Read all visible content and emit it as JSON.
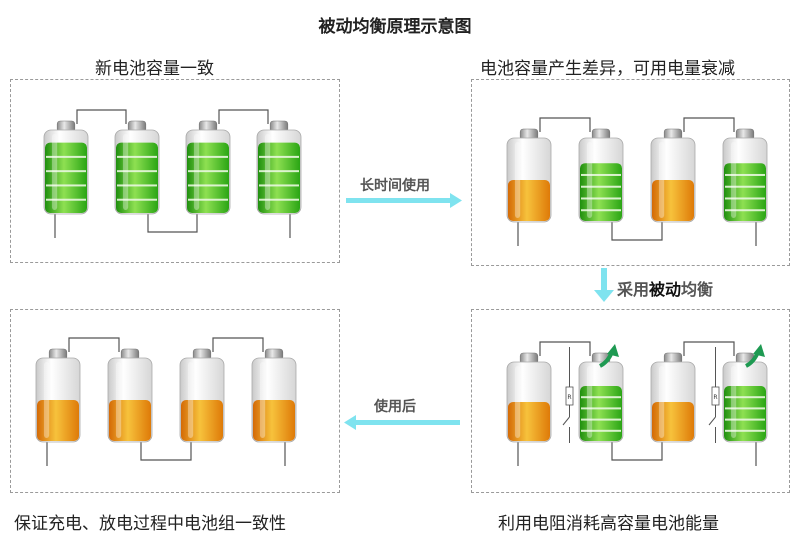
{
  "title": "被动均衡原理示意图",
  "panels": {
    "new": {
      "caption": "新电池容量一致",
      "cells": [
        0.85,
        0.85,
        0.85,
        0.85
      ],
      "cell_colors": [
        "green",
        "green",
        "green",
        "green"
      ]
    },
    "aged": {
      "caption": "电池容量产生差异，可用电量衰减",
      "cells": [
        0.5,
        0.7,
        0.5,
        0.7
      ],
      "cell_colors": [
        "orange",
        "green",
        "orange",
        "green"
      ]
    },
    "balancing": {
      "caption": "利用电阻消耗高容量电池能量",
      "cells": [
        0.5,
        0.7,
        0.5,
        0.7
      ],
      "cell_colors": [
        "orange",
        "green",
        "orange",
        "green"
      ],
      "resistor_label": "R"
    },
    "after": {
      "caption": "保证充电、放电过程中电池组一致性",
      "cells": [
        0.5,
        0.5,
        0.5,
        0.5
      ],
      "cell_colors": [
        "orange",
        "orange",
        "orange",
        "orange"
      ]
    }
  },
  "arrows": {
    "long_use": "长时间使用",
    "passive_prefix": "采用",
    "passive_bold": "被动",
    "passive_suffix": "均衡",
    "after_use": "使用后"
  },
  "colors": {
    "green": "#3cb81c",
    "green_light": "#8ee052",
    "orange": "#e8860c",
    "orange_light": "#f7c23c",
    "arrow": "#7fe3ef",
    "dark_green_arrow": "#1e9a52"
  }
}
